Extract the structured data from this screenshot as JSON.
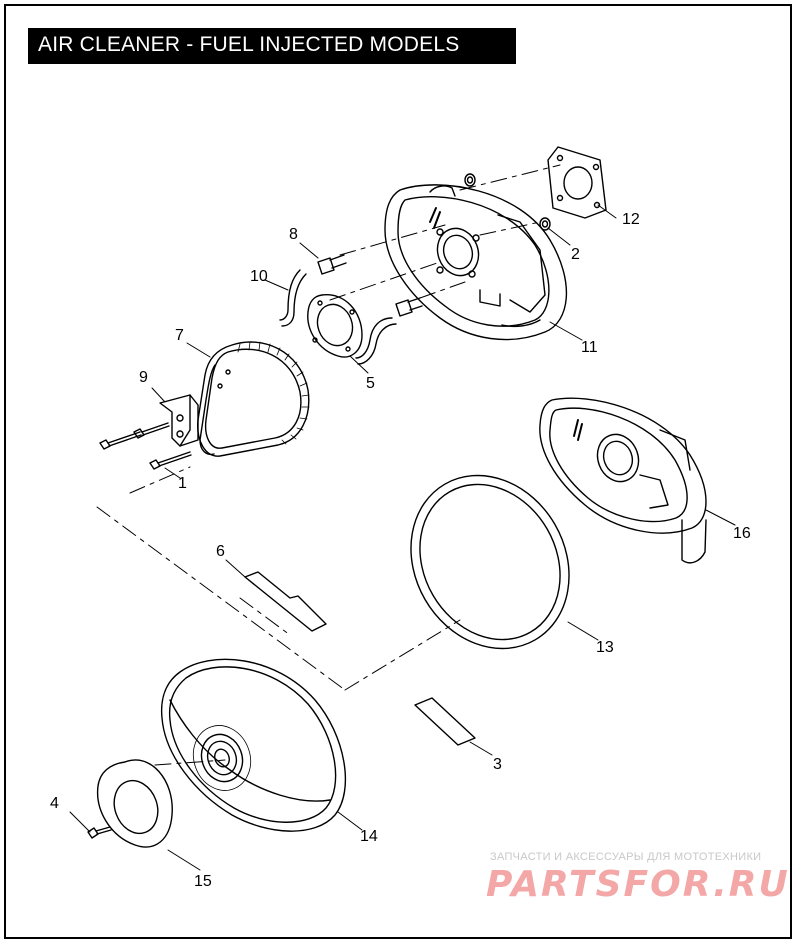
{
  "title": "AIR CLEANER - FUEL INJECTED MODELS",
  "callouts": {
    "c1": "1",
    "c2": "2",
    "c3": "3",
    "c4": "4",
    "c5": "5",
    "c6": "6",
    "c7": "7",
    "c8": "8",
    "c9": "9",
    "c10": "10",
    "c11": "11",
    "c12": "12",
    "c13": "13",
    "c14": "14",
    "c15": "15",
    "c16": "16"
  },
  "watermark": {
    "subtitle": "ЗАПЧАСТИ И АКСЕССУАРЫ ДЛЯ МОТОТЕХНИКИ",
    "logo": "PARTSFOR.RU"
  },
  "colors": {
    "line": "#000000",
    "background": "#ffffff",
    "title_bg": "#000000",
    "title_fg": "#ffffff",
    "watermark_logo": "#f3a7a7",
    "watermark_sub": "#c8c8c8"
  }
}
